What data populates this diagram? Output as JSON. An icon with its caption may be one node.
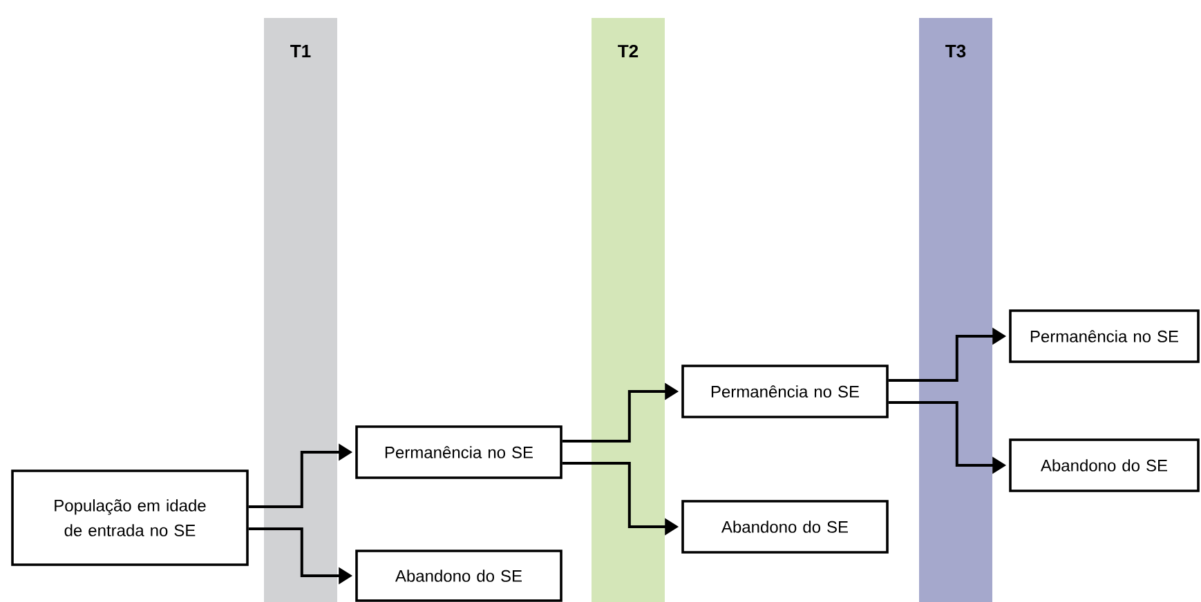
{
  "diagram": {
    "nodes": [
      {
        "text": [
          "População em idade de entrada no SE"
        ]
      },
      {
        "text": [
          "Permanência no SE"
        ]
      },
      {
        "text": [
          "Abandono do SE"
        ]
      },
      {
        "text": [
          "Permanência no SE"
        ]
      },
      {
        "text": [
          "Abandono do SE"
        ]
      },
      {
        "text": [
          "Permanência no SE"
        ]
      },
      {
        "text": [
          "Abandono do SE"
        ]
      }
    ],
    "edges": [
      {
        "from": 0,
        "to": 1,
        "arrow": "to"
      },
      {
        "from": 0,
        "to": 2,
        "arrow": "to"
      },
      {
        "from": 1,
        "to": 3,
        "arrow": "to"
      },
      {
        "from": 1,
        "to": 4,
        "arrow": "to"
      },
      {
        "from": 3,
        "to": 5,
        "arrow": "to"
      },
      {
        "from": 3,
        "to": 6,
        "arrow": "to"
      }
    ],
    "labels": [
      "T1",
      "T2",
      "T3"
    ]
  }
}
